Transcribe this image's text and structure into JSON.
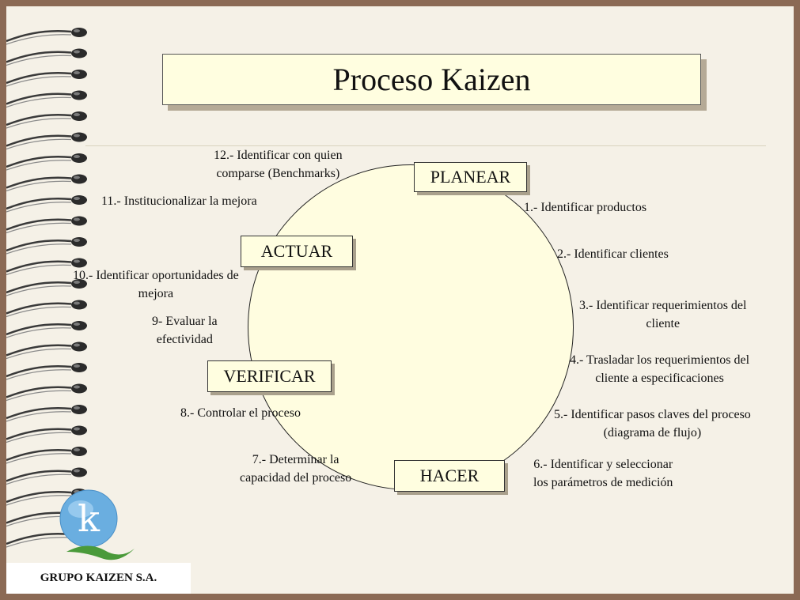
{
  "title": "Proceso Kaizen",
  "phases": {
    "planear": "PLANEAR",
    "actuar": "ACTUAR",
    "verificar": "VERIFICAR",
    "hacer": "HACER"
  },
  "steps": {
    "s1": [
      "1.- Identificar productos"
    ],
    "s2": [
      "2.- Identificar clientes"
    ],
    "s3": [
      "3.- Identificar requerimientos del",
      "cliente"
    ],
    "s4": [
      "4.- Trasladar los requerimientos del",
      "cliente a especificaciones"
    ],
    "s5": [
      "5.- Identificar pasos claves del proceso",
      "(diagrama de flujo)"
    ],
    "s6": [
      "6.- Identificar y seleccionar",
      "los parámetros de medición"
    ],
    "s7": [
      "7.- Determinar la",
      "capacidad del proceso"
    ],
    "s8": [
      "8.- Controlar el proceso"
    ],
    "s9": [
      "9- Evaluar la",
      "efectividad"
    ],
    "s10": [
      "10.- Identificar oportunidades de",
      "mejora"
    ],
    "s11": [
      "11.- Institucionalizar la mejora"
    ],
    "s12": [
      "12.- Identificar con quien",
      "comparse (Benchmarks)"
    ]
  },
  "footer": {
    "company": "GRUPO KAIZEN S.A."
  },
  "logo": {
    "letter": "k"
  },
  "colors": {
    "frame": "#8b6a55",
    "slide_bg": "#f5f1e7",
    "box_fill": "#fffee0",
    "box_shadow": "#b5aa96",
    "logo_blue": "#6aaee0",
    "logo_green": "#4a9a3a"
  }
}
